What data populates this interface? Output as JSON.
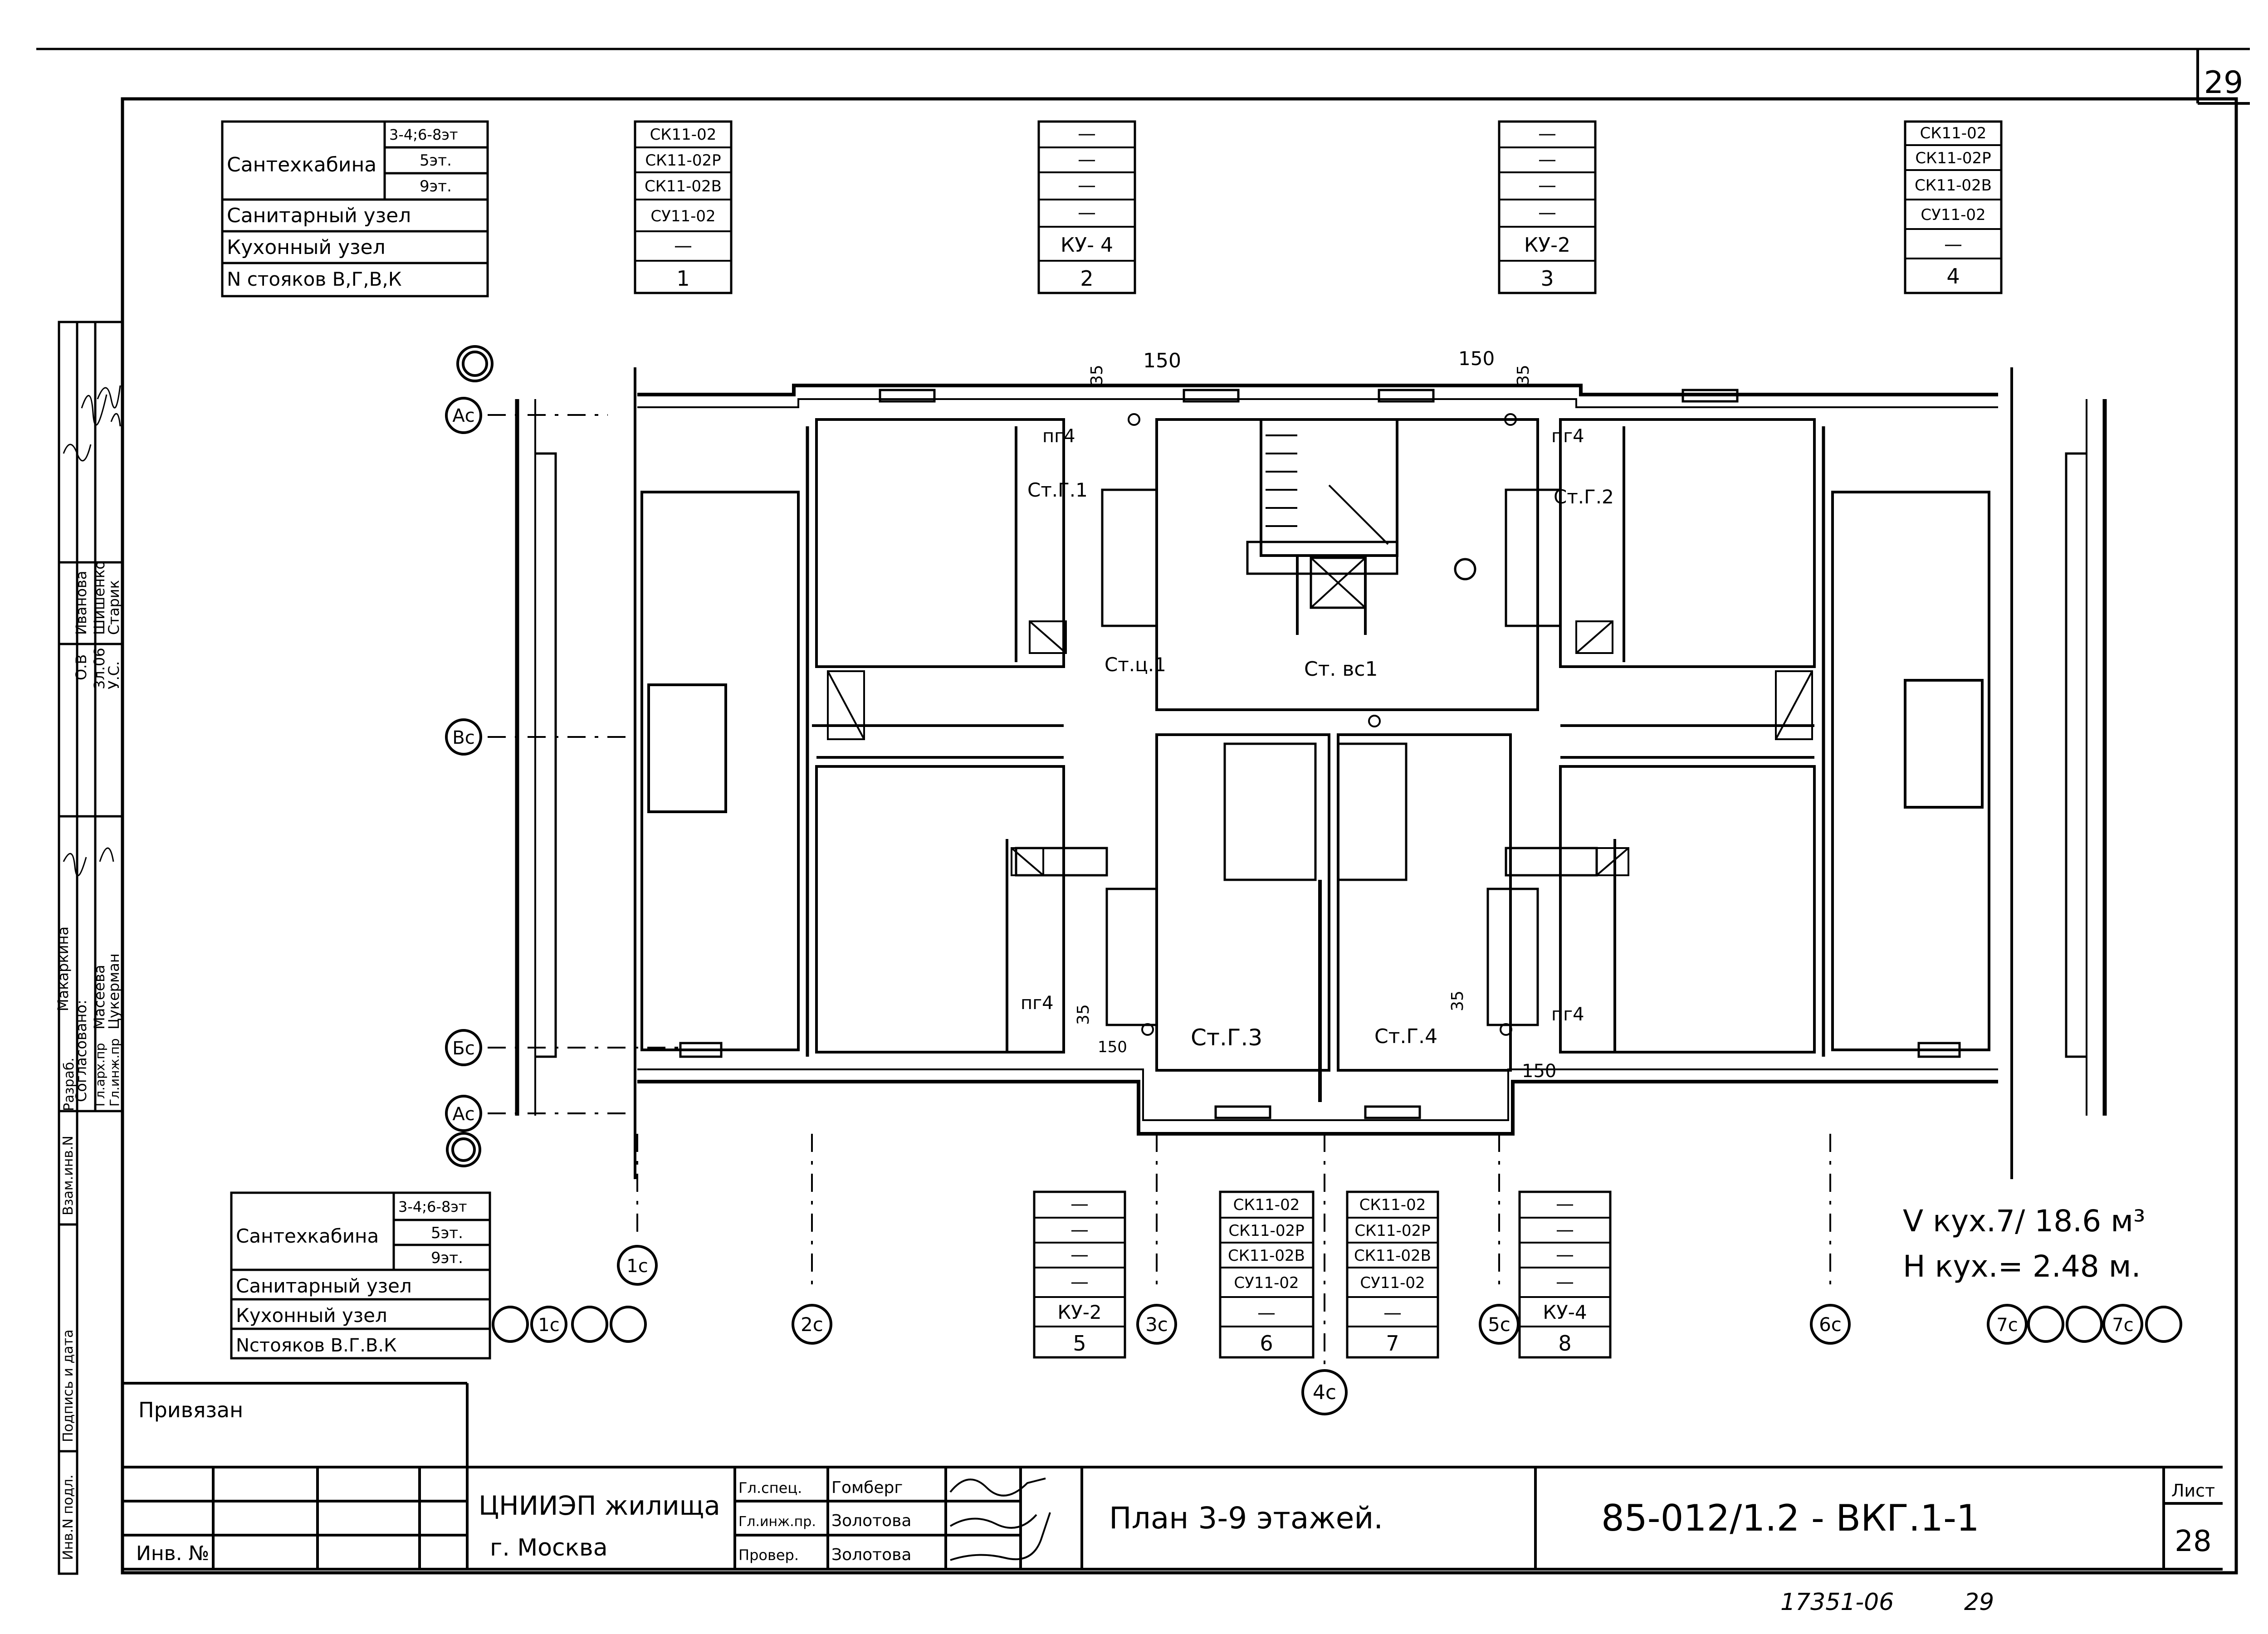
{
  "page": {
    "sheet_number_top": "29",
    "handwritten_footer_left": "17351-06",
    "handwritten_footer_right": "29"
  },
  "legend_top": {
    "rows": [
      "Сантехкабина",
      "Санитарный узел",
      "Кухонный узел",
      "N стояков В,Г,В,К"
    ],
    "cabin_floors": [
      "3-4;6-8эт",
      "5эт.",
      "9эт."
    ]
  },
  "legend_bottom": {
    "rows": [
      "Сантехкабина",
      "Санитарный узел",
      "Кухонный узел",
      "Nстояков В.Г.В.К"
    ],
    "cabin_floors": [
      "3-4;6-8эт",
      "5эт.",
      "9эт."
    ]
  },
  "riser_tables_top": [
    {
      "cells": [
        "СК11-02",
        "СК11-02Р",
        "СК11-02В",
        "СУ11-02",
        "—"
      ],
      "number": "1"
    },
    {
      "cells": [
        "—",
        "—",
        "—",
        "—",
        "КУ- 4"
      ],
      "number": "2"
    },
    {
      "cells": [
        "—",
        "—",
        "—",
        "—",
        "КУ-2"
      ],
      "number": "3"
    },
    {
      "cells": [
        "СК11-02",
        "СК11-02Р",
        "СК11-02В",
        "СУ11-02",
        "—"
      ],
      "number": "4"
    }
  ],
  "riser_tables_bottom": [
    {
      "cells": [
        "—",
        "—",
        "—",
        "—",
        "КУ-2"
      ],
      "number": "5"
    },
    {
      "cells": [
        "СК11-02",
        "СК11-02Р",
        "СК11-02В",
        "СУ11-02",
        "—"
      ],
      "number": "6"
    },
    {
      "cells": [
        "СК11-02",
        "СК11-02Р",
        "СК11-02В",
        "СУ11-02",
        "—"
      ],
      "number": "7"
    },
    {
      "cells": [
        "—",
        "—",
        "—",
        "—",
        "КУ-4"
      ],
      "number": "8"
    }
  ],
  "axis_markers": {
    "left": [
      "Ас",
      "Вс",
      "Бс",
      "Ас"
    ],
    "bottom": [
      "1с",
      "1с",
      "2с",
      "3с",
      "4с",
      "5с",
      "6с",
      "7с",
      "7с"
    ]
  },
  "plan_labels": {
    "pg4": "пг4",
    "st_g1": "Ст.Г.1",
    "st_g2": "Ст.Г.2",
    "st_g3": "Ст.Г.3",
    "st_g4": "Ст.Г.4",
    "st_c1": "Ст.ц.1",
    "st_vc1": "Ст. вс1",
    "dim_150": "150",
    "dim_35": "35"
  },
  "volume_note": {
    "line1": "V кух.7/ 18.6 м³",
    "line2": "Н кух.= 2.48 м."
  },
  "side_stamp": {
    "rows": [
      {
        "role": "Разраб.",
        "name": "Макаркина",
        "date": "",
        "sign": true
      },
      {
        "role": "Согласовано:",
        "name": "",
        "date": "",
        "sign": true
      },
      {
        "role": "Гл.арх.пр",
        "name": "Масеева",
        "date": "О.В",
        "name2": "Иванова",
        "sign": true
      },
      {
        "role": "Гл.инж.пр",
        "name": "Цукерман",
        "date": "3л.06",
        "name2": "Шишенко",
        "sign": true
      },
      {
        "role": "",
        "name": "",
        "date": "У.С.",
        "name2": "Старик",
        "sign": true
      }
    ],
    "inv_labels": [
      "Инв.N подл.",
      "Подпись и дата",
      "Взам.инв.N"
    ]
  },
  "title_block": {
    "privyazan": "Привязан",
    "inv_no": "Инв. №",
    "org_line1": "ЦНИИЭП жилища",
    "org_line2": "г. Москва",
    "staff": [
      {
        "role": "Гл.спец.",
        "name": "Гомберг"
      },
      {
        "role": "Гл.инж.пр.",
        "name": "Золотова"
      },
      {
        "role": "Провер.",
        "name": "Золотова"
      }
    ],
    "sheet_title": "План 3-9 этажей.",
    "doc_code": "85-012/1.2 - ВКГ.1-1",
    "list_label": "Лист",
    "list_number": "28"
  }
}
